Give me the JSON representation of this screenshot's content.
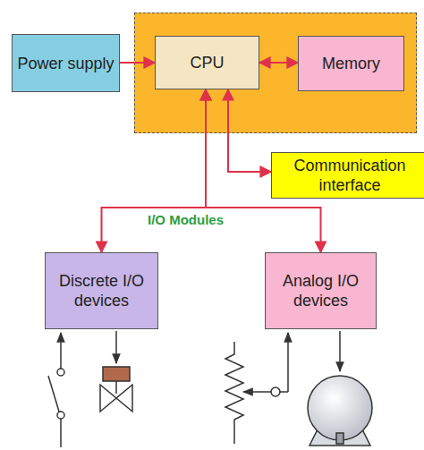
{
  "diagram": {
    "nodes": [
      {
        "text": [
          "Power supply"
        ]
      },
      {
        "text": [
          "CPU"
        ]
      },
      {
        "text": [
          "Memory"
        ]
      },
      {
        "text": [
          "Communication interface"
        ]
      },
      {
        "text": [
          "Discrete I/O devices"
        ]
      },
      {
        "text": [
          "Analog I/O devices"
        ]
      }
    ],
    "edges": [
      {
        "from": 0,
        "to": 1,
        "arrow": "to"
      },
      {
        "from": 1,
        "to": 2,
        "arrow": "both"
      },
      {
        "from": 1,
        "to": 3,
        "arrow": "both"
      },
      {
        "from": 1,
        "to": 4,
        "arrow": "both"
      },
      {
        "from": 1,
        "to": 5,
        "arrow": "both"
      }
    ],
    "labels": [
      "I/O Modules"
    ]
  }
}
